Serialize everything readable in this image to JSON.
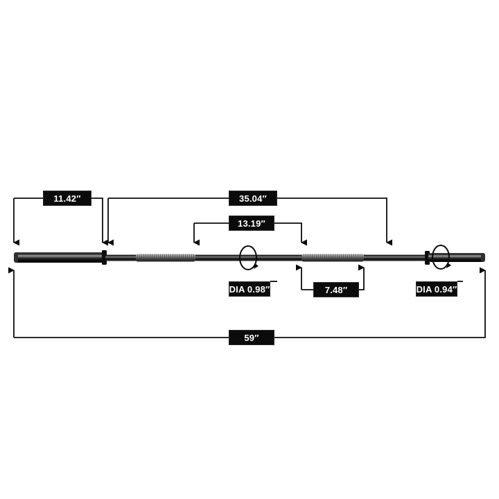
{
  "diagram": {
    "title": "Olympic barbell dimension diagram",
    "background_color": "#ffffff",
    "label_background_color": "#0b0b0b",
    "label_text_color": "#ffffff",
    "line_color": "#0b0b0b",
    "bar_color": "#1c1c1c"
  },
  "labels": {
    "sleeve_length": "11.42″",
    "shoulder_to_shoulder": "35.04″",
    "grip_to_knurl": "13.19″",
    "center_knurl": "7.48″",
    "shaft_diameter": "DIA 0.98″",
    "sleeve_diameter": "DIA 0.94″",
    "overall_length": "59″"
  },
  "measurements": [
    {
      "name": "sleeve-length",
      "value": "11.42″",
      "unit": "inch",
      "numeric": 11.42
    },
    {
      "name": "shoulder-to-shoulder",
      "value": "35.04″",
      "unit": "inch",
      "numeric": 35.04
    },
    {
      "name": "grip-to-knurl",
      "value": "13.19″",
      "unit": "inch",
      "numeric": 13.19
    },
    {
      "name": "center-knurl",
      "value": "7.48″",
      "unit": "inch",
      "numeric": 7.48
    },
    {
      "name": "shaft-diameter",
      "value": "DIA 0.98″",
      "unit": "inch",
      "numeric": 0.98
    },
    {
      "name": "sleeve-diameter",
      "value": "DIA 0.94″",
      "unit": "inch",
      "numeric": 0.94
    },
    {
      "name": "overall-length",
      "value": "59″",
      "unit": "inch",
      "numeric": 59
    }
  ]
}
